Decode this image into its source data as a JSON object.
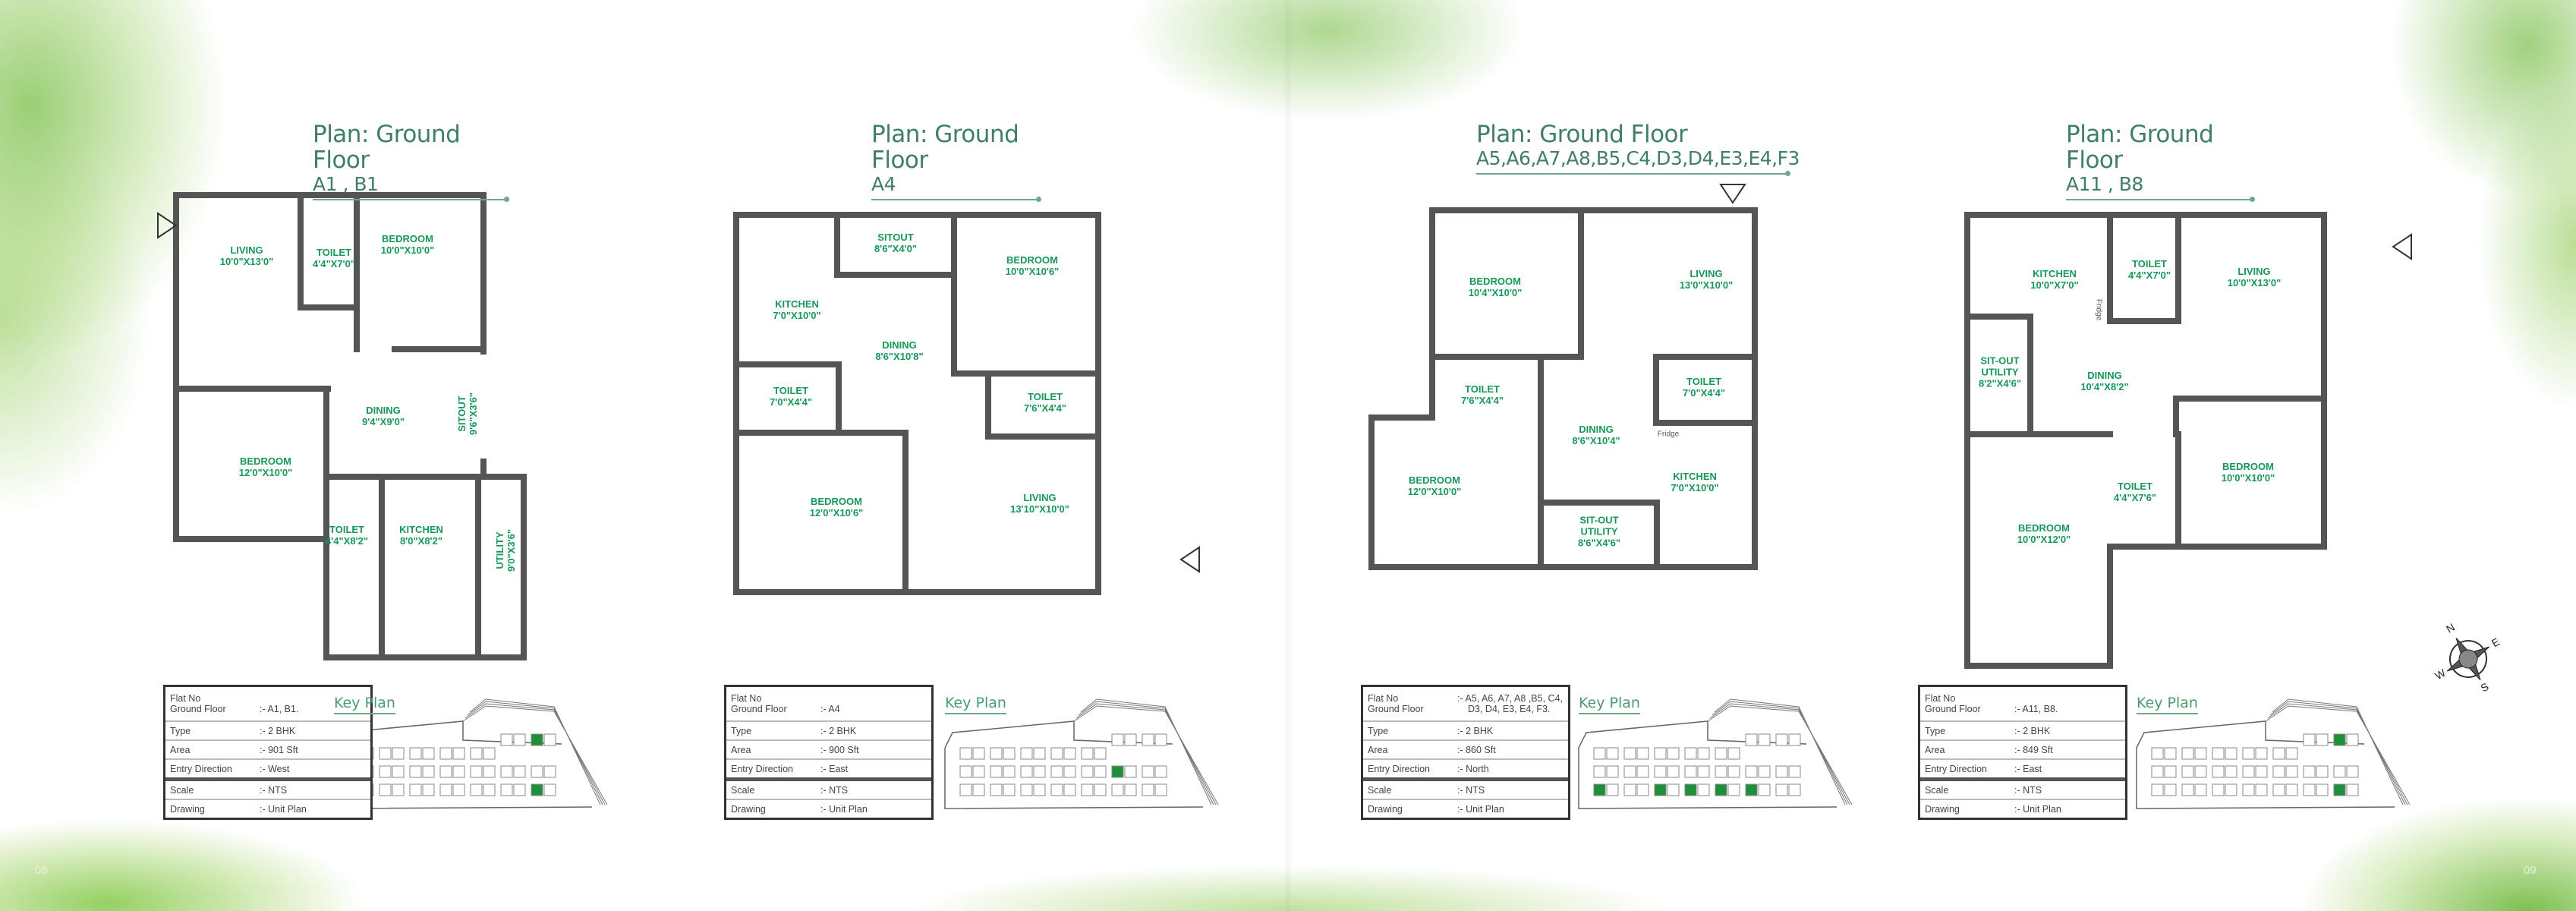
{
  "pages": {
    "left_number": "08",
    "right_number": "09"
  },
  "colors": {
    "title": "#3f7f63",
    "room_label": "#17975a",
    "wall": "#555555",
    "highlight": "#1f8f3a"
  },
  "compass": {
    "icon": "compass-rose-icon",
    "n": "N",
    "e": "E",
    "s": "S",
    "w": "W"
  },
  "panels": [
    {
      "title": "Plan: Ground Floor",
      "subtitle": "A1 , B1",
      "entry_icon": "entry-arrow-icon",
      "rooms": [
        {
          "name": "LIVING",
          "size": "10'0\"X13'0\""
        },
        {
          "name": "TOILET",
          "size": "4'4\"X7'0\""
        },
        {
          "name": "BEDROOM",
          "size": "10'0\"X10'0\""
        },
        {
          "name": "DINING",
          "size": "9'4\"X9'0\""
        },
        {
          "name": "SITOUT",
          "size": "9'6\"X3'6\""
        },
        {
          "name": "BEDROOM",
          "size": "12'0\"X10'0\""
        },
        {
          "name": "TOILET",
          "size": "4'4\"X8'2\""
        },
        {
          "name": "KITCHEN",
          "size": "8'0\"X8'2\""
        },
        {
          "name": "UTILITY",
          "size": "9'0\"X3'6\""
        }
      ],
      "table": {
        "flat_label": "Flat No",
        "floor_label": "Ground Floor",
        "flat_value": ":- A1, B1.",
        "flat_value2": "",
        "rows": [
          {
            "label": "Type",
            "value": ":- 2 BHK"
          },
          {
            "label": "Area",
            "value": ":- 901 Sft"
          },
          {
            "label": "Entry Direction",
            "value": ":- West"
          },
          {
            "label": "Scale",
            "value": ":- NTS"
          },
          {
            "label": "Drawing",
            "value": ":- Unit Plan"
          }
        ]
      },
      "key_plan_label": "Key Plan"
    },
    {
      "title": "Plan: Ground Floor",
      "subtitle": "A4",
      "entry_icon": "entry-arrow-icon",
      "rooms": [
        {
          "name": "SITOUT",
          "size": "8'6\"X4'0\""
        },
        {
          "name": "KITCHEN",
          "size": "7'0\"X10'0\""
        },
        {
          "name": "DINING",
          "size": "8'6\"X10'8\""
        },
        {
          "name": "BEDROOM",
          "size": "10'0\"X10'6\""
        },
        {
          "name": "TOILET",
          "size": "7'0\"X4'4\""
        },
        {
          "name": "TOILET",
          "size": "7'6\"X4'4\""
        },
        {
          "name": "BEDROOM",
          "size": "12'0\"X10'6\""
        },
        {
          "name": "LIVING",
          "size": "13'10\"X10'0\""
        }
      ],
      "table": {
        "flat_label": "Flat No",
        "floor_label": "Ground Floor",
        "flat_value": ":- A4",
        "flat_value2": "",
        "rows": [
          {
            "label": "Type",
            "value": ":- 2 BHK"
          },
          {
            "label": "Area",
            "value": ":- 900 Sft"
          },
          {
            "label": "Entry Direction",
            "value": ":- East"
          },
          {
            "label": "Scale",
            "value": ":- NTS"
          },
          {
            "label": "Drawing",
            "value": ":- Unit Plan"
          }
        ]
      },
      "key_plan_label": "Key Plan"
    },
    {
      "title": "Plan: Ground Floor",
      "subtitle": "A5,A6,A7,A8,B5,C4,D3,D4,E3,E4,F3",
      "entry_icon": "entry-arrow-icon",
      "fridge_label": "Fridge",
      "rooms": [
        {
          "name": "BEDROOM",
          "size": "10'4\"X10'0\""
        },
        {
          "name": "LIVING",
          "size": "13'0\"X10'0\""
        },
        {
          "name": "TOILET",
          "size": "7'6\"X4'4\""
        },
        {
          "name": "TOILET",
          "size": "7'0\"X4'4\""
        },
        {
          "name": "DINING",
          "size": "8'6\"X10'4\""
        },
        {
          "name": "BEDROOM",
          "size": "12'0\"X10'0\""
        },
        {
          "name": "KITCHEN",
          "size": "7'0\"X10'0\""
        },
        {
          "name": "SIT-OUT\nUTILITY",
          "size": "8'6\"X4'6\""
        }
      ],
      "table": {
        "flat_label": "Flat No",
        "floor_label": "Ground Floor",
        "flat_value": ":- A5, A6, A7, A8 ,B5, C4,",
        "flat_value2": "D3, D4, E3, E4, F3.",
        "rows": [
          {
            "label": "Type",
            "value": ":- 2 BHK"
          },
          {
            "label": "Area",
            "value": ":- 860 Sft"
          },
          {
            "label": "Entry Direction",
            "value": ":- North"
          },
          {
            "label": "Scale",
            "value": ":- NTS"
          },
          {
            "label": "Drawing",
            "value": ":- Unit Plan"
          }
        ]
      },
      "key_plan_label": "Key Plan"
    },
    {
      "title": "Plan: Ground Floor",
      "subtitle": "A11 , B8",
      "entry_icon": "entry-arrow-icon",
      "fridge_label": "Fridge",
      "rooms": [
        {
          "name": "KITCHEN",
          "size": "10'0\"X7'0\""
        },
        {
          "name": "TOILET",
          "size": "4'4\"X7'0\""
        },
        {
          "name": "LIVING",
          "size": "10'0\"X13'0\""
        },
        {
          "name": "SIT-OUT\nUTILITY",
          "size": "8'2\"X4'6\""
        },
        {
          "name": "DINING",
          "size": "10'4\"X8'2\""
        },
        {
          "name": "BEDROOM",
          "size": "10'0\"X10'0\""
        },
        {
          "name": "TOILET",
          "size": "4'4\"X7'6\""
        },
        {
          "name": "BEDROOM",
          "size": "10'0\"X12'0\""
        }
      ],
      "table": {
        "flat_label": "Flat No",
        "floor_label": "Ground Floor",
        "flat_value": ":- A11, B8.",
        "flat_value2": "",
        "rows": [
          {
            "label": "Type",
            "value": ":- 2 BHK"
          },
          {
            "label": "Area",
            "value": ":- 849 Sft"
          },
          {
            "label": "Entry Direction",
            "value": ":- East"
          },
          {
            "label": "Scale",
            "value": ":- NTS"
          },
          {
            "label": "Drawing",
            "value": ":- Unit Plan"
          }
        ]
      },
      "key_plan_label": "Key Plan"
    }
  ]
}
